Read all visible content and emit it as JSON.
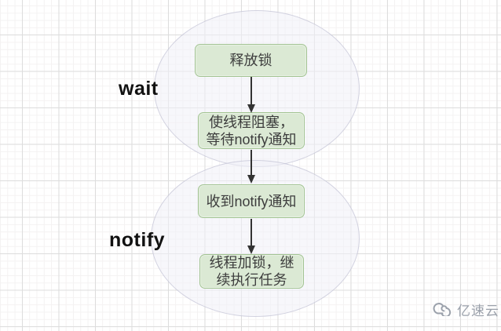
{
  "diagram": {
    "regions": [
      {
        "id": "wait",
        "label": "wait"
      },
      {
        "id": "notify",
        "label": "notify"
      }
    ],
    "nodes": [
      {
        "id": "node-release-lock",
        "region": "wait",
        "label": "释放锁"
      },
      {
        "id": "node-block-thread",
        "region": "wait",
        "label": "使线程阻塞，\n等待notify通知"
      },
      {
        "id": "node-receive-notify",
        "region": "notify",
        "label": "收到notify通知"
      },
      {
        "id": "node-lock-continue",
        "region": "notify",
        "label": "线程加锁，继\n续执行任务"
      }
    ],
    "edges": [
      {
        "from": "node-release-lock",
        "to": "node-block-thread"
      },
      {
        "from": "node-block-thread",
        "to": "node-receive-notify"
      },
      {
        "from": "node-receive-notify",
        "to": "node-lock-continue"
      }
    ]
  },
  "watermark": {
    "brand": "亿速云",
    "icon": "cloud-spiral-logo"
  },
  "colors": {
    "node_fill": "#dbe9d4",
    "node_border": "#a3c493",
    "node_text": "#3d3d3d",
    "region_fill": "#f2f2f8",
    "region_border": "#b4b4ca",
    "region_label": "#111111",
    "arrow": "#333333",
    "watermark": "#9ba1ab",
    "grid_major": "#dddddd",
    "grid_minor": "#f4f2f2"
  }
}
